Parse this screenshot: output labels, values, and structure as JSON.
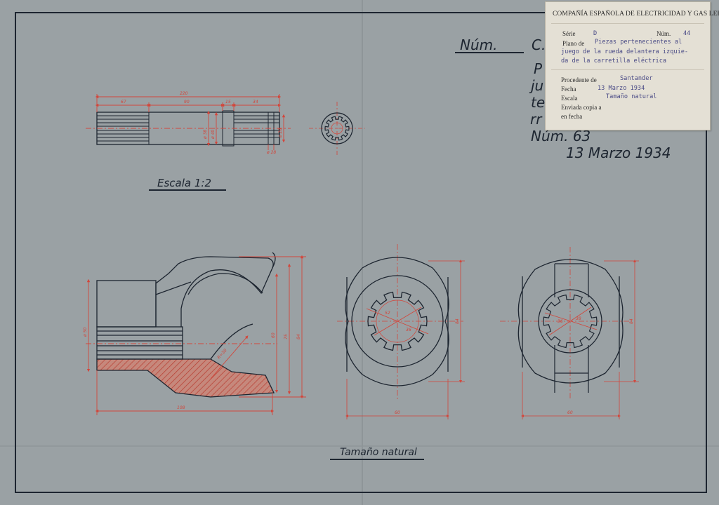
{
  "drawing": {
    "number_label": "Núm.",
    "number_value_fragment": "C.",
    "title_fragments": [
      "P",
      "ju",
      "te",
      "rr"
    ],
    "drawing_number": "Núm. 63",
    "date": "13 Marzo 1934",
    "scale_top": "Escala 1:2",
    "scale_bottom": "Tamaño natural"
  },
  "top_view_dims": {
    "overall": "220",
    "segments": [
      "67",
      "90",
      "15",
      "34"
    ],
    "diameters": [
      "ø 38",
      "ø 40",
      "ø 28"
    ],
    "end": "ø 28"
  },
  "lower_view_dims": {
    "side_height_left": "ø 50",
    "heights": [
      "60",
      "75",
      "84"
    ],
    "radius": "R=30",
    "length": "108",
    "ring_width": "60",
    "ring_height": "84",
    "ring_inner": [
      "36",
      "52"
    ],
    "right_width": "60",
    "right_height": "84",
    "right_inner": [
      "36",
      "38"
    ]
  },
  "label": {
    "company": "COMPAÑÍA ESPAÑOLA DE ELECTRICIDAD Y GAS LEBON",
    "serie_label": "Série",
    "serie_value": "D",
    "num_label": "Núm.",
    "num_value": "44",
    "plano_label": "Plano de",
    "plano_line1": "Piezas pertenecientes al",
    "plano_line2": "juego de la rueda delantera izquie-",
    "plano_line3": "da de la carretilla eléctrica",
    "procedente_label": "Procedente de",
    "procedente_value": "Santander",
    "fecha_label": "Fecha",
    "fecha_value": "13 Marzo 1934",
    "escala_label": "Escala",
    "escala_value": "Tamaño natural",
    "enviada_label": "Enviada copia a",
    "en_fecha_label": "en fecha"
  },
  "colors": {
    "paper": "#9aa1a4",
    "ink": "#1d2530",
    "dimension_red": "#d2463b",
    "hatch": "#c94a3c"
  }
}
